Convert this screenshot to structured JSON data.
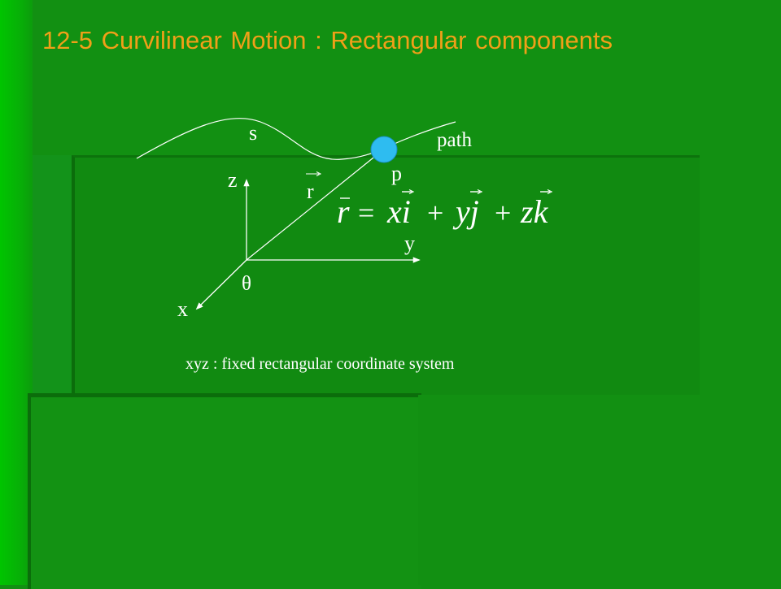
{
  "slide": {
    "title": "12-5 Curvilinear Motion : Rectangular components",
    "caption": "xyz : fixed rectangular coordinate system"
  },
  "diagram": {
    "labels": {
      "path_arc_length": "s",
      "path": "path",
      "point": "p",
      "position_vector": "r",
      "axis_x": "x",
      "axis_y": "y",
      "axis_z": "z",
      "angle": "θ"
    },
    "equation": {
      "lhs": "r",
      "equals": "=",
      "term1": "xi",
      "term2": "yj",
      "term3": "zk",
      "plus": "+"
    }
  },
  "colors": {
    "background": "#129012",
    "title": "#f0a018",
    "point_fill": "#2ebcf0",
    "lines": "#ffffff"
  }
}
